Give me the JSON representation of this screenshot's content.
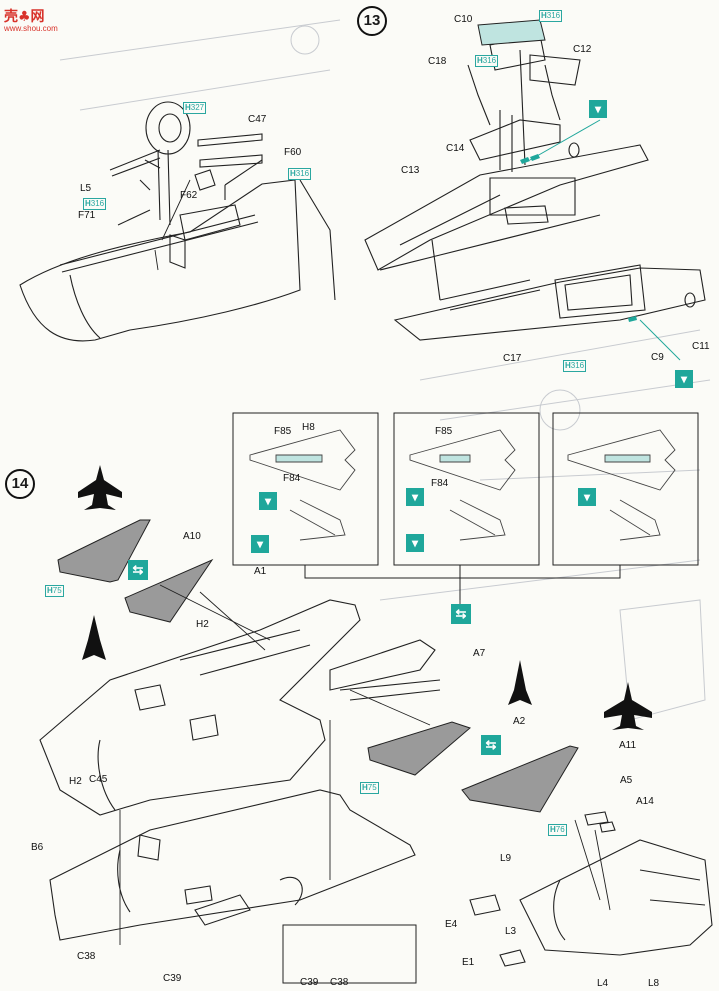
{
  "watermark": {
    "logo": "壳♣网",
    "url": "www.shou.com"
  },
  "steps": {
    "s13": "13",
    "s14": "14"
  },
  "paint": {
    "prefix": "H",
    "c327": "327",
    "c316": "316",
    "c75": "75",
    "c76": "76"
  },
  "parts": {
    "C47": "C47",
    "F60": "F60",
    "F62": "F62",
    "L5": "L5",
    "F71": "F71",
    "C10": "C10",
    "C12": "C12",
    "C18": "C18",
    "C14": "C14",
    "C13": "C13",
    "C17": "C17",
    "C9": "C9",
    "C11": "C11",
    "F85": "F85",
    "H8": "H8",
    "F84": "F84",
    "A10": "A10",
    "A1": "A1",
    "H2": "H2",
    "A7": "A7",
    "A2": "A2",
    "A11": "A11",
    "C45": "C45",
    "B6": "B6",
    "C38": "C38",
    "C39": "C39",
    "A5": "A5",
    "A14": "A14",
    "L9": "L9",
    "E4": "E4",
    "L3": "L3",
    "E1": "E1",
    "L4": "L4",
    "L8": "L8"
  },
  "colors": {
    "accent": "#1fa79b",
    "paint": "#2aa7a0",
    "wing": "#9a9a9a",
    "line": "#222222"
  }
}
